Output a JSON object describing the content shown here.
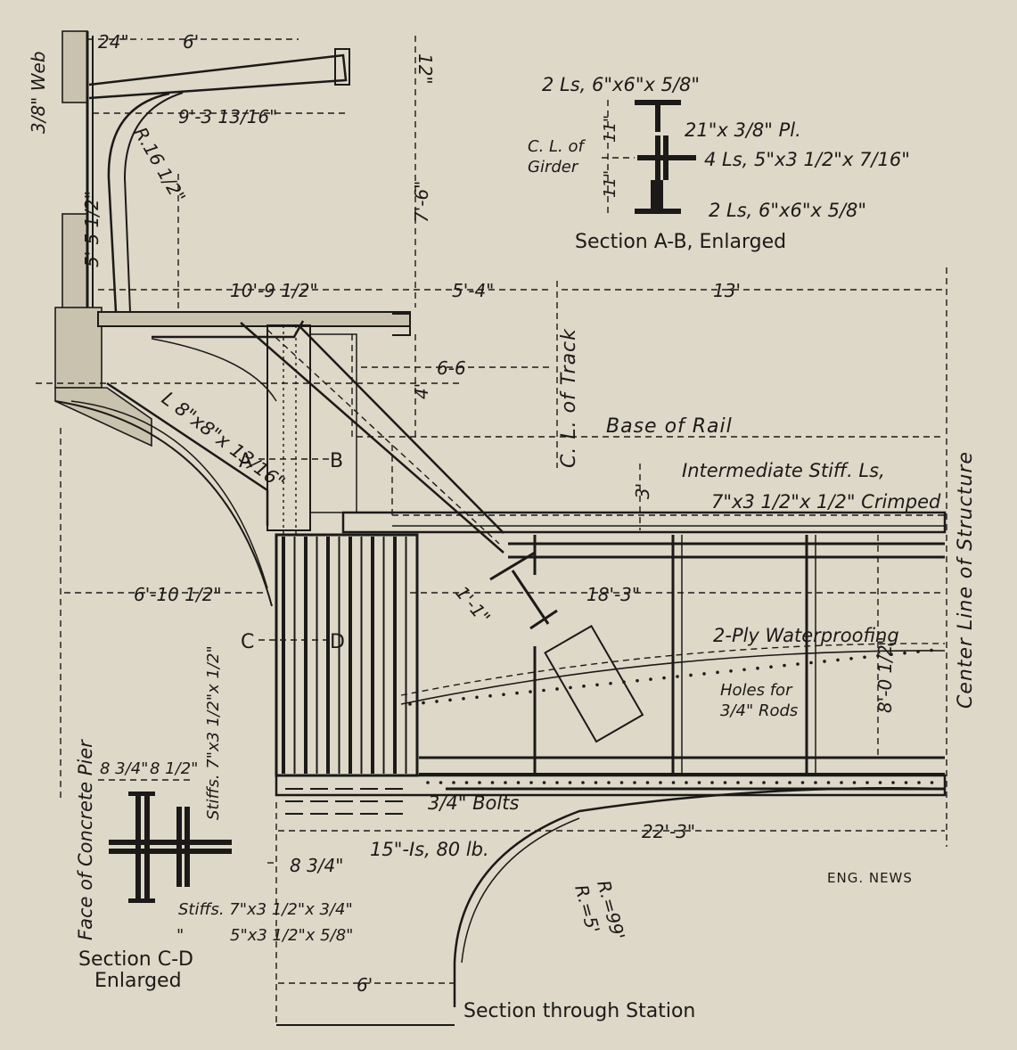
{
  "dimensions": {
    "d_24": "24\"",
    "d_6ft": "6'",
    "d_12": "12\"",
    "d_9_3": "9'-3 13/16\"",
    "d_R16": "R.16 1/2\"",
    "d_web": "3/8\" Web",
    "d_5_5": "5'-5 1/2\"",
    "d_7_6": "7'-6\"",
    "d_10_9": "10'-9 1/2\"",
    "d_5_4": "5'-4\"",
    "d_13": "13'",
    "d_6_6": "6-6",
    "d_4": "4'",
    "d_3": "3'",
    "d_6_10": "6'-10 1/2\"",
    "d_18_3": "18'-3\"",
    "d_8_0": "8'-0 1/2\"",
    "d_1_1": "1'-1\"",
    "d_22_3": "22'-3\"",
    "d_8_75": "8 3/4\"",
    "d_6ft_b": "6'",
    "d_R99": "R.=99'",
    "d_R5": "R.=5'"
  },
  "labels": {
    "angle_8x8": "L 8\"x8\"x 13/16\"",
    "marker_A": "A",
    "marker_B": "B",
    "marker_C": "C",
    "marker_D": "D",
    "cl_track": "C. L. of Track",
    "base_rail": "Base of Rail",
    "inter_stiff_1": "Intermediate Stiff. Ls,",
    "inter_stiff_2": "7\"x3 1/2\"x 1/2\" Crimped",
    "waterproofing": "2-Ply Waterproofing",
    "holes_1": "Holes for",
    "holes_2": "3/4\" Rods",
    "cl_structure": "Center Line of Structure",
    "bolts": "3/4\" Bolts",
    "ibeams": "15\"-Is, 80 lb.",
    "face_pier": "Face of Concrete Pier"
  },
  "section_ab": {
    "title": "Section A-B, Enlarged",
    "top_angles": "2 Ls, 6\"x6\"x 5/8\"",
    "plate": "21\"x 3/8\" Pl.",
    "mid_angles": "4 Ls, 5\"x3 1/2\"x 7/16\"",
    "bottom_angles": "2 Ls, 6\"x6\"x 5/8\"",
    "cl_girder_1": "C. L. of",
    "cl_girder_2": "Girder",
    "dim_top": "11\"",
    "dim_bottom": "11\""
  },
  "section_cd": {
    "title_1": "Section C-D",
    "title_2": "Enlarged",
    "dim_a": "8 3/4\"",
    "dim_b": "8 1/2\"",
    "stiffs_top": "Stiffs. 7\"x3 1/2\"x 1/2\"",
    "stiffs_bot_1": "Stiffs. 7\"x3 1/2\"x 3/4\"",
    "stiffs_bot_2": "5\"x3 1/2\"x 5/8\"",
    "ditto": "\""
  },
  "captions": {
    "main": "Section through Station",
    "credit": "ENG. NEWS"
  }
}
